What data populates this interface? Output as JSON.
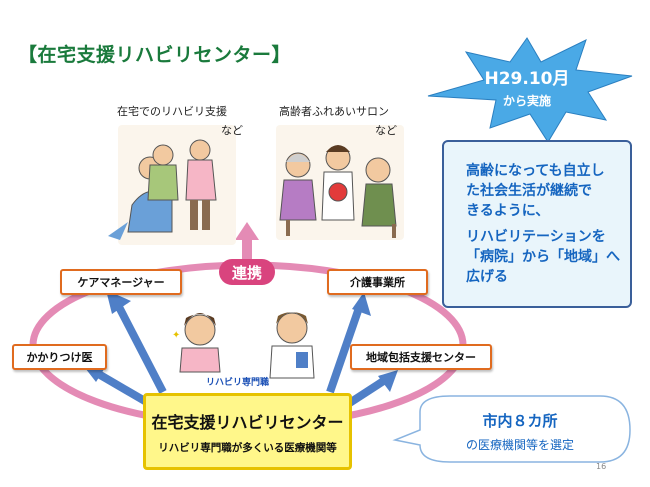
{
  "title": "【在宅支援リハビリセンター】",
  "illustrations": {
    "left_caption": "在宅でのリハビリ支援",
    "left_nado": "など",
    "right_caption": "高齢者ふれあいサロン",
    "right_nado": "など"
  },
  "star": {
    "line1": "H29.10月",
    "line2": "から実施"
  },
  "info_box": {
    "lines": [
      "高齢になっても自立し",
      "た社会生活が継続で",
      "きるように、",
      "リハビリテーションを",
      "「病院」から「地域」へ",
      "広げる"
    ]
  },
  "diagram": {
    "renkei": "連携",
    "nodes": {
      "care_manager": "ケアマネージャー",
      "kaigo": "介護事業所",
      "kakaritsuke": "かかりつけ医",
      "chiiki": "地域包括支援センター"
    },
    "staff_label": "リハビリ専門職",
    "center_title": "在宅支援リハビリセンター",
    "center_sub": "リハビリ専門職が多くいる医療機関等"
  },
  "bubble": {
    "line1": "市内８カ所",
    "line2": "の医療機関等を選定"
  },
  "page_number": "16",
  "colors": {
    "title_green": "#1a7a3c",
    "ring_pink": "#e48bb5",
    "renkei_pink": "#d9447e",
    "box_orange": "#e06b1f",
    "arrow_blue": "#4f7fc7",
    "star_blue": "#4aa9e6",
    "text_blue": "#1565c0",
    "center_yellow": "#fff78a"
  }
}
